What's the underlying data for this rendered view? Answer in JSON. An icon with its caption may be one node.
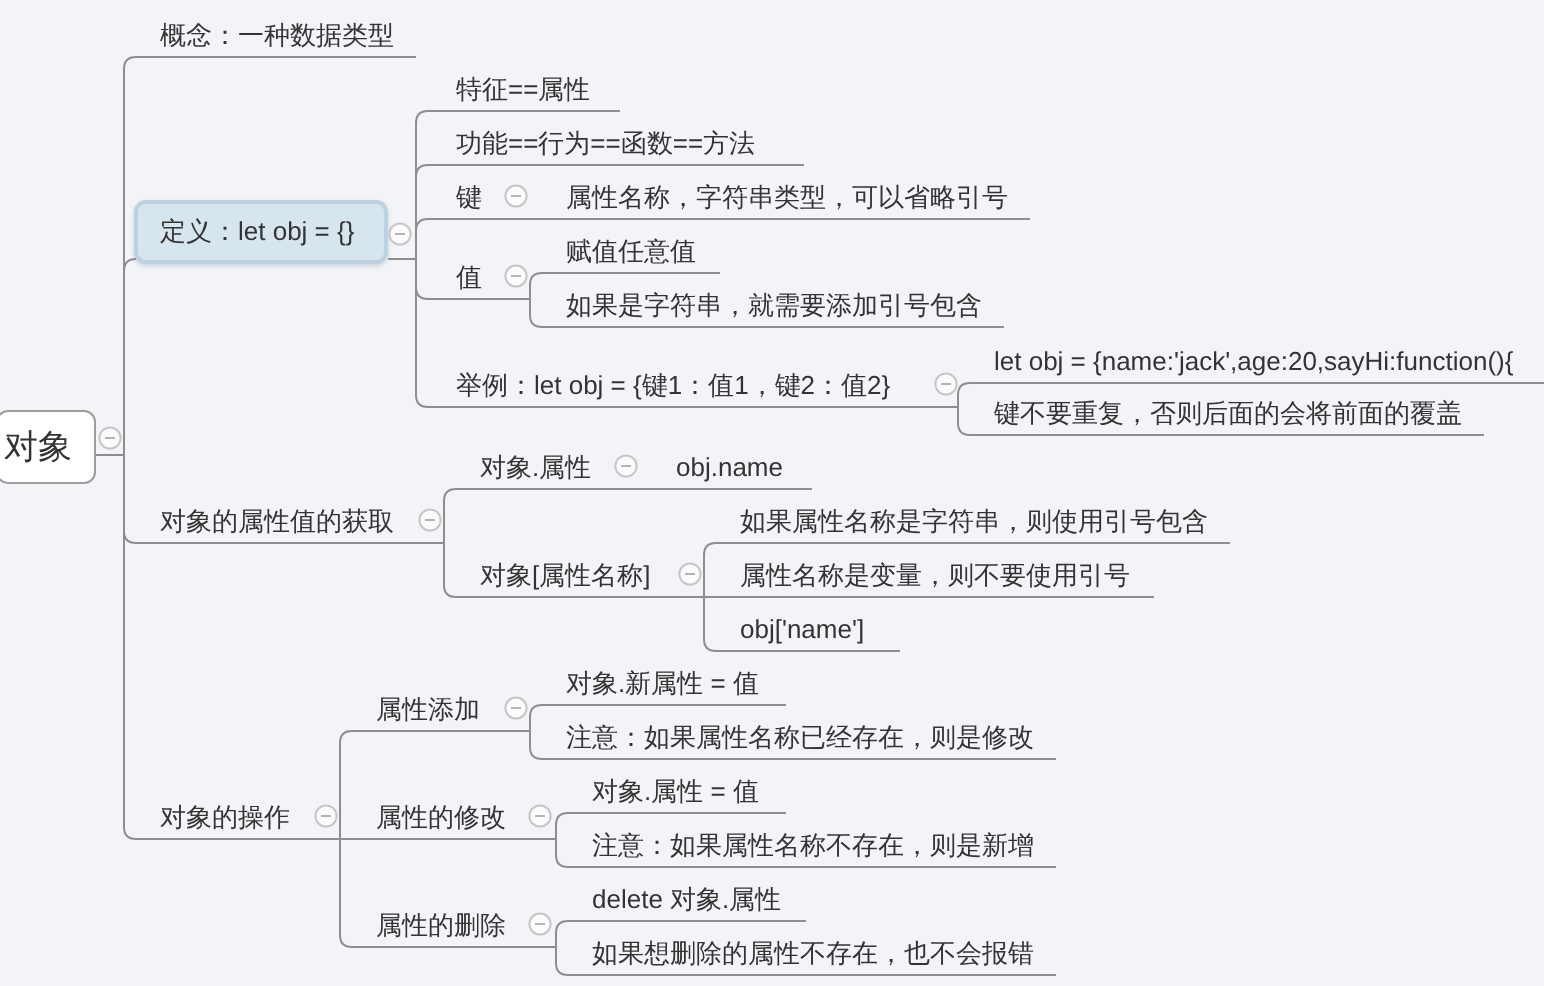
{
  "diagram": {
    "nodes": [
      {
        "text": [
          "对象"
        ]
      },
      {
        "text": [
          "概念：一种数据类型"
        ]
      },
      {
        "text": [
          "定义：let obj = {}"
        ]
      },
      {
        "text": [
          "特征==属性"
        ]
      },
      {
        "text": [
          "功能==行为==函数==方法"
        ]
      },
      {
        "text": [
          "键"
        ]
      },
      {
        "text": [
          "属性名称，字符串类型，可以省略引号"
        ]
      },
      {
        "text": [
          "值"
        ]
      },
      {
        "text": [
          "赋值任意值"
        ]
      },
      {
        "text": [
          "如果是字符串，就需要添加引号包含"
        ]
      },
      {
        "text": [
          "举例：let obj = {键1：值1，键2：值2}"
        ]
      },
      {
        "text": [
          "let obj = {name:'jack',age:20,sayHi:function(){"
        ]
      },
      {
        "text": [
          "键不要重复，否则后面的会将前面的覆盖"
        ]
      },
      {
        "text": [
          "对象的属性值的获取"
        ]
      },
      {
        "text": [
          "对象.属性"
        ]
      },
      {
        "text": [
          "obj.name"
        ]
      },
      {
        "text": [
          "对象[属性名称]"
        ]
      },
      {
        "text": [
          "如果属性名称是字符串，则使用引号包含"
        ]
      },
      {
        "text": [
          "属性名称是变量，则不要使用引号"
        ]
      },
      {
        "text": [
          "obj['name']"
        ]
      },
      {
        "text": [
          "对象的操作"
        ]
      },
      {
        "text": [
          "属性添加"
        ]
      },
      {
        "text": [
          "对象.新属性 = 值"
        ]
      },
      {
        "text": [
          "注意：如果属性名称已经存在，则是修改"
        ]
      },
      {
        "text": [
          "属性的修改"
        ]
      },
      {
        "text": [
          "对象.属性 = 值"
        ]
      },
      {
        "text": [
          "注意：如果属性名称不存在，则是新增"
        ]
      },
      {
        "text": [
          "属性的删除"
        ]
      },
      {
        "text": [
          "delete 对象.属性"
        ]
      },
      {
        "text": [
          "如果想删除的属性不存在，也不会报错"
        ]
      }
    ],
    "edges": [
      {
        "from": 0,
        "to": 1,
        "arrow": "none"
      },
      {
        "from": 0,
        "to": 2,
        "arrow": "none"
      },
      {
        "from": 0,
        "to": 13,
        "arrow": "none"
      },
      {
        "from": 0,
        "to": 20,
        "arrow": "none"
      },
      {
        "from": 2,
        "to": 3,
        "arrow": "none"
      },
      {
        "from": 2,
        "to": 4,
        "arrow": "none"
      },
      {
        "from": 2,
        "to": 5,
        "arrow": "none"
      },
      {
        "from": 2,
        "to": 7,
        "arrow": "none"
      },
      {
        "from": 2,
        "to": 10,
        "arrow": "none"
      },
      {
        "from": 5,
        "to": 6,
        "arrow": "none"
      },
      {
        "from": 7,
        "to": 8,
        "arrow": "none"
      },
      {
        "from": 7,
        "to": 9,
        "arrow": "none"
      },
      {
        "from": 10,
        "to": 11,
        "arrow": "none"
      },
      {
        "from": 10,
        "to": 12,
        "arrow": "none"
      },
      {
        "from": 13,
        "to": 14,
        "arrow": "none"
      },
      {
        "from": 13,
        "to": 16,
        "arrow": "none"
      },
      {
        "from": 14,
        "to": 15,
        "arrow": "none"
      },
      {
        "from": 16,
        "to": 17,
        "arrow": "none"
      },
      {
        "from": 16,
        "to": 18,
        "arrow": "none"
      },
      {
        "from": 16,
        "to": 19,
        "arrow": "none"
      },
      {
        "from": 20,
        "to": 21,
        "arrow": "none"
      },
      {
        "from": 20,
        "to": 24,
        "arrow": "none"
      },
      {
        "from": 20,
        "to": 27,
        "arrow": "none"
      },
      {
        "from": 21,
        "to": 22,
        "arrow": "none"
      },
      {
        "from": 21,
        "to": 23,
        "arrow": "none"
      },
      {
        "from": 24,
        "to": 25,
        "arrow": "none"
      },
      {
        "from": 24,
        "to": 26,
        "arrow": "none"
      },
      {
        "from": 27,
        "to": 28,
        "arrow": "none"
      },
      {
        "from": 27,
        "to": 29,
        "arrow": "none"
      }
    ]
  }
}
